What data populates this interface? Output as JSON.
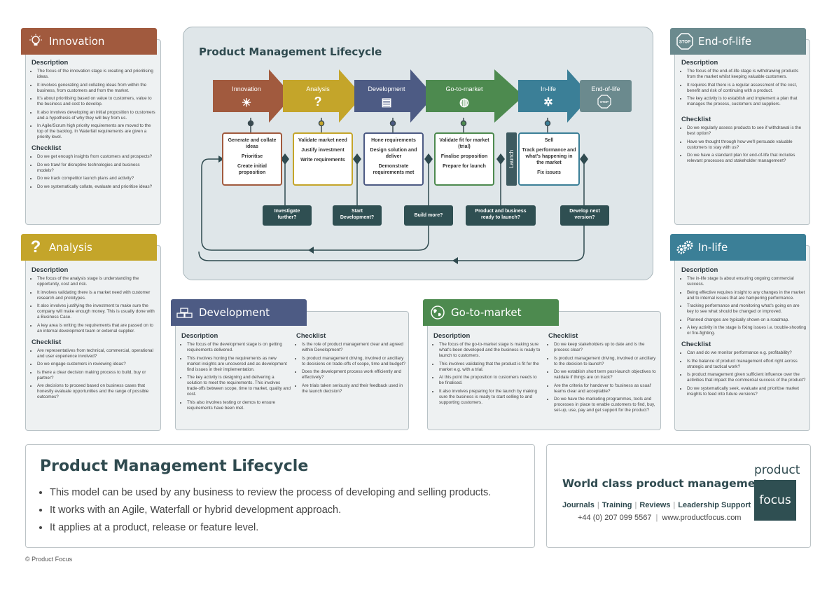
{
  "colors": {
    "innovation": "#a15a3e",
    "analysis": "#c4a52a",
    "development": "#4d5b84",
    "go_to_market": "#4d8a4f",
    "in_life": "#3b7f97",
    "end_of_life": "#6b8a8e",
    "decision": "#2f4f52"
  },
  "innovation": {
    "title": "Innovation",
    "icon": "lightbulb-icon",
    "description_heading": "Description",
    "description": [
      "The focus of the innovation stage is creating and prioritising ideas.",
      "It involves generating and collating ideas from within the business, from customers and from the market.",
      "It's about prioritising based on value to customers, value to the business and cost to develop.",
      "It also involves developing an initial proposition to customers and a hypothesis of why they will buy from us.",
      "In Agile/Scrum high priority requirements are moved to the top of the backlog. In Waterfall requirements are given a priority level."
    ],
    "checklist_heading": "Checklist",
    "checklist": [
      "Do we get enough insights from customers and prospects?",
      "Do we trawl for disruptive technologies and business models?",
      "Do we track competitor launch plans and activity?",
      "Do we systematically collate, evaluate and prioritise ideas?"
    ]
  },
  "analysis": {
    "title": "Analysis",
    "icon": "question-mark-icon",
    "description_heading": "Description",
    "description": [
      "The focus of the analysis stage is understanding the opportunity, cost and risk.",
      "It involves validating there is a market need with customer research and prototypes.",
      "It also involves justifying the investment to make sure the company will make enough money. This is usually done with a Business Case.",
      "A key area is writing the requirements that are passed on to an internal development team or external supplier."
    ],
    "checklist_heading": "Checklist",
    "checklist": [
      "Are representatives from technical, commercial, operational and user experience involved?",
      "Do we engage customers in reviewing ideas?",
      "Is there a clear decision making process to build, buy or partner?",
      "Are decisions to proceed based on business cases that honestly evaluate opportunities and the range of possible outcomes?"
    ]
  },
  "development": {
    "title": "Development",
    "icon": "bricks-icon",
    "description_heading": "Description",
    "description": [
      "The focus of the development stage is on getting requirements delivered.",
      "This involves honing the requirements as new market insights are uncovered and as development find issues in their implementation.",
      "The key activity is designing and delivering a solution to meet the requirements. This involves trade-offs between scope, time to market, quality and cost.",
      "This also involves testing or demos to ensure requirements have been met."
    ],
    "checklist_heading": "Checklist",
    "checklist": [
      "Is the role of product management clear and agreed within Development?",
      "Is product management driving, involved or ancillary to decisions on trade-offs of scope, time and budget?",
      "Does the development process work efficiently and effectively?",
      "Are trials taken seriously and their feedback used in the launch decision?"
    ]
  },
  "go_to_market": {
    "title": "Go-to-market",
    "icon": "globe-icon",
    "description_heading": "Description",
    "description": [
      "The focus of the go-to-market stage is making sure what's been developed and the business is ready to launch to customers.",
      "This involves validating that the product is fit for the market e.g. with a trial.",
      "At this point the proposition to customers needs to be finalised.",
      "It also involves preparing for the launch by making sure the business is ready to start selling to and supporting customers."
    ],
    "checklist_heading": "Checklist",
    "checklist": [
      "Do we keep stakeholders up to date and is the process clear?",
      "Is product management driving, involved or ancillary to the decision to launch?",
      "Do we establish short term post-launch objectives to validate if things are on track?",
      "Are the criteria for handover to 'business as usual' teams clear and acceptable?",
      "Do we have the marketing programmes, tools and processes in place to enable customers to find, buy, set-up, use, pay and get support for the product?"
    ]
  },
  "end_of_life": {
    "title": "End-of-life",
    "icon": "stop-sign-icon",
    "icon_text": "STOP",
    "description_heading": "Description",
    "description": [
      "The focus of the end-of-life stage is withdrawing products from the market whilst keeping valuable customers.",
      "It requires that there is a regular assessment of the cost, benefit and risk of continuing with a product.",
      "The key activity is to establish and implement a plan that manages the process, customers and suppliers."
    ],
    "checklist_heading": "Checklist",
    "checklist": [
      "Do we regularly assess products to see if withdrawal is the best option?",
      "Have we thought through how we'll persuade valuable customers to stay with us?",
      "Do we have a standard plan for end-of-life that includes relevant processes and stakeholder management?"
    ]
  },
  "in_life": {
    "title": "In-life",
    "icon": "gears-icon",
    "description_heading": "Description",
    "description": [
      "The in-life stage is about ensuring ongoing commercial success.",
      "Being effective requires insight to any changes in the market and to internal issues that are hampering performance.",
      "Tracking performance and monitoring what's going on are key to see what should be changed or improved.",
      "Planned changes are typically shown on a roadmap.",
      "A key activity in the stage is fixing issues i.e. trouble-shooting or fire-fighting."
    ],
    "checklist_heading": "Checklist",
    "checklist": [
      "Can and do we monitor performance e.g. profitability?",
      "Is the balance of product management effort right across strategic and tactical work?",
      "Is product management given sufficient influence over the activities that impact the commercial success of the product?",
      "Do we systematically seek, evaluate and prioritise market insights to feed into future versions?"
    ]
  },
  "diagram": {
    "title": "Product Management Lifecycle",
    "stages": [
      {
        "label": "Innovation",
        "icon": "lightbulb-icon",
        "glyph": "☀",
        "color": "#a15a3e",
        "activities": [
          "Generate and collate ideas",
          "Prioritise",
          "Create initial proposition"
        ]
      },
      {
        "label": "Analysis",
        "icon": "question-mark-icon",
        "glyph": "?",
        "color": "#c4a52a",
        "activities": [
          "Validate market need",
          "Justify investment",
          "Write requirements"
        ]
      },
      {
        "label": "Development",
        "icon": "bricks-icon",
        "glyph": "▤",
        "color": "#4d5b84",
        "activities": [
          "Hone requirements",
          "Design solution and deliver",
          "Demonstrate requirements met"
        ]
      },
      {
        "label": "Go-to-market",
        "icon": "globe-icon",
        "glyph": "◍",
        "color": "#4d8a4f",
        "activities": [
          "Validate fit for market (trial)",
          "Finalise proposition",
          "Prepare for launch"
        ]
      },
      {
        "label": "In-life",
        "icon": "gears-icon",
        "glyph": "✲",
        "color": "#3b7f97",
        "activities": [
          "Sell",
          "Track performance and what's happening in the market",
          "Fix issues"
        ]
      },
      {
        "label": "End-of-life",
        "icon": "stop-sign-icon",
        "glyph": "STOP",
        "color": "#6b8a8e"
      }
    ],
    "launch_label": "Launch",
    "decisions": [
      "Investigate further?",
      "Start Development?",
      "Build more?",
      "Product and business ready to launch?",
      "Develop next version?"
    ]
  },
  "footer": {
    "title": "Product Management Lifecycle",
    "bullets": [
      "This model can be used by any business to review the process of developing and selling products.",
      "It works with an Agile, Waterfall or hybrid development approach.",
      "It applies at a product, release or feature level."
    ],
    "brand_title": "World class product management",
    "links": [
      "Journals",
      "Training",
      "Reviews",
      "Leadership Support"
    ],
    "phone": "+44 (0) 207  099  5567",
    "website": "www.productfocus.com",
    "logo_top": "product",
    "logo_box": "focus"
  },
  "copyright": "© Product Focus"
}
